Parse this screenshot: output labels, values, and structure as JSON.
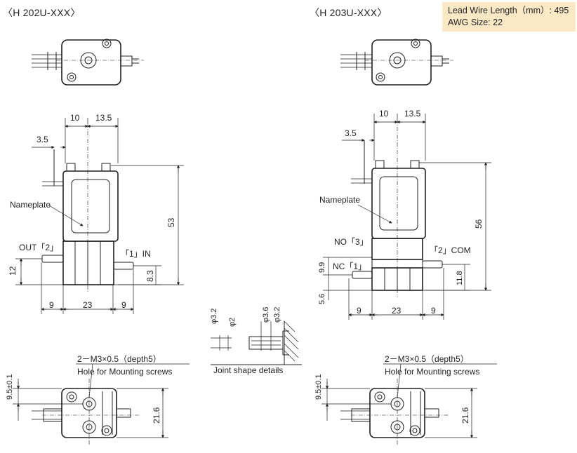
{
  "models": {
    "left_title": "〈H 202U-XXX〉",
    "right_title": "〈H 203U-XXX〉"
  },
  "info": {
    "lead_wire": "Lead Wire Length（mm）: 495",
    "awg": "AWG Size: 22"
  },
  "labels": {
    "nameplate": "Nameplate",
    "out2": "OUT「2」",
    "in1": "「1」IN",
    "no3": "NO「3」",
    "nc1": "NC「1」",
    "com2": "「2」COM",
    "mount_spec": "2－M3×0.5（depth5）",
    "mount_hole": "Hole for Mounting screws",
    "joint": "Joint shape details"
  },
  "dims": {
    "d10": "10",
    "d13_5": "13.5",
    "d3_5": "3.5",
    "d53": "53",
    "d56": "56",
    "d12": "12",
    "d8_3": "8.3",
    "d9_9": "9.9",
    "d11_8": "11.8",
    "d5_6": "5.6",
    "d9": "9",
    "d23": "23",
    "d9_5": "9.5±0.1",
    "d21_6": "21.6",
    "phi3_2": "φ3.2",
    "phi2": "φ2",
    "phi3_6": "φ3.6"
  },
  "colors": {
    "info_bg": "#fbe9c5",
    "line": "#231f20"
  }
}
